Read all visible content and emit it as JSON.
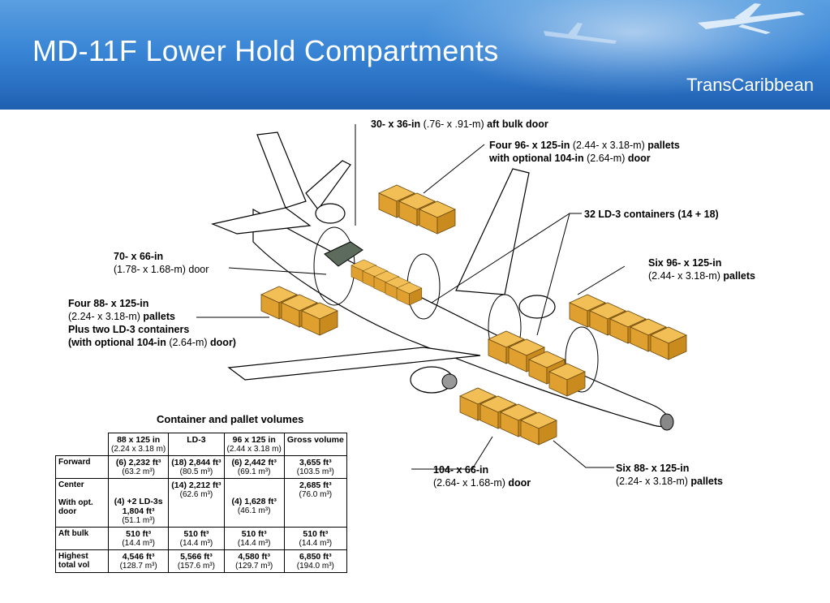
{
  "header": {
    "title": "MD-11F Lower Hold Compartments",
    "brand": "TransCaribbean"
  },
  "labels": {
    "aft_bulk_door": {
      "size": "30- x 36-in",
      "metric": " (.76- x .91-m) ",
      "rest": "aft bulk door"
    },
    "aft_pallets": {
      "line1_b": "Four 96- x 125-in",
      "line1_n": " (2.44- x 3.18-m) ",
      "line1_b2": "pallets",
      "line2_b": "with optional 104-in",
      "line2_n": " (2.64-m) ",
      "line2_b2": "door"
    },
    "ld3": "32 LD-3 containers (14 + 18)",
    "door_70": {
      "line1": "70- x 66-in",
      "line2": "(1.78- x 1.68-m) door"
    },
    "six_96": {
      "line1": "Six 96- x 125-in",
      "line2": "(2.44- x 3.18-m) ",
      "line2_b": "pallets"
    },
    "four_88": {
      "line1": "Four 88- x 125-in",
      "line2": "(2.24- x 3.18-m) ",
      "line2_b": "pallets",
      "line3": "Plus two LD-3 containers",
      "line4_b": "(with optional 104-in",
      "line4_n": " (2.64-m) ",
      "line4_b2": "door)"
    },
    "door_104": {
      "line1": "104- x 66-in",
      "line2": "(2.64- x 1.68-m) ",
      "line2_b": "door"
    },
    "six_88": {
      "line1": "Six 88- x 125-in",
      "line2": "(2.24- x 3.18-m) ",
      "line2_b": "pallets"
    }
  },
  "volumes": {
    "caption": "Container and pallet volumes",
    "headers": [
      {
        "main": "88 x 125 in",
        "sub": "(2.24 x 3.18 m)"
      },
      {
        "main": "LD-3",
        "sub": ""
      },
      {
        "main": "96 x 125 in",
        "sub": "(2.44 x 3.18 m)"
      },
      {
        "main": "Gross volume",
        "sub": ""
      }
    ],
    "forward": {
      "label": "Forward",
      "c88": {
        "v": "(6) 2,232 ft³",
        "m": "(63.2 m³)"
      },
      "ld3": {
        "v": "(18) 2,844 ft³",
        "m": "(80.5 m³)"
      },
      "c96": {
        "v": "(6) 2,442 ft³",
        "m": "(69.1 m³)"
      },
      "gross": {
        "v": "3,655 ft³",
        "m": "(103.5 m³)"
      }
    },
    "center": {
      "label": "Center",
      "label2": "With opt. door",
      "c88": {
        "v1": "(4) +2 LD-3s",
        "v2": "1,804 ft³",
        "m": "(51.1 m³)"
      },
      "ld3": {
        "v": "(14) 2,212 ft³",
        "m": "(62.6 m³)"
      },
      "c96": {
        "v": "(4) 1,628 ft³",
        "m": "(46.1 m³)"
      },
      "gross": {
        "v": "2,685 ft³",
        "m": "(76.0 m³)"
      }
    },
    "aft_bulk": {
      "label": "Aft bulk",
      "c88": {
        "v": "510 ft³",
        "m": "(14.4 m³)"
      },
      "ld3": {
        "v": "510 ft³",
        "m": "(14.4 m³)"
      },
      "c96": {
        "v": "510 ft³",
        "m": "(14.4 m³)"
      },
      "gross": {
        "v": "510 ft³",
        "m": "(14.4 m³)"
      }
    },
    "highest": {
      "label": "Highest total vol",
      "c88": {
        "v": "4,546 ft³",
        "m": "(128.7 m³)"
      },
      "ld3": {
        "v": "5,566 ft³",
        "m": "(157.6 m³)"
      },
      "c96": {
        "v": "4,580 ft³",
        "m": "(129.7 m³)"
      },
      "gross": {
        "v": "6,850 ft³",
        "m": "(194.0 m³)"
      }
    }
  },
  "colors": {
    "header": "#2b72c4",
    "cargo": "#e8a838",
    "cargo_dark": "#b87a18",
    "door": "#5d6b5d"
  }
}
